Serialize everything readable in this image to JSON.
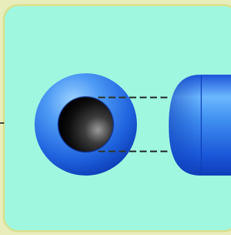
{
  "colors": {
    "page_bg": "#e9edbc",
    "panel_bg": "#9ff7df",
    "panel_border": "#d8e18f",
    "sphere_light": "#9fd3ff",
    "sphere_mid": "#3e8bf0",
    "sphere_dark": "#0d3fb8",
    "hole_light": "#8a8a8a",
    "hole_dark": "#050505",
    "dashed_line": "#2e3b3a",
    "capsule_light": "#6cb8ff",
    "capsule_dark": "#0f3db8"
  },
  "parts": [
    {
      "name": "blue-sphere",
      "role": "end view with black hole"
    },
    {
      "name": "blue-capsule",
      "role": "side view, partially cut off at right edge"
    },
    {
      "name": "projection-lines",
      "style": "dashed"
    }
  ]
}
